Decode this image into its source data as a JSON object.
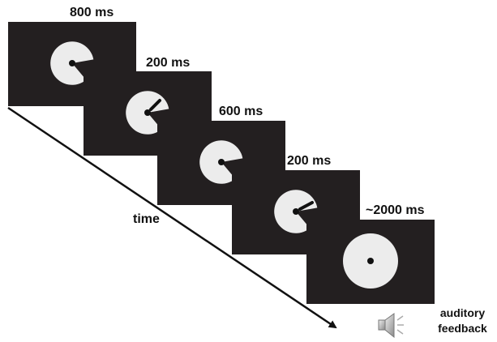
{
  "frames": [
    {
      "duration": "800 ms",
      "stimulus": "disc-with-wedge-gap"
    },
    {
      "duration": "200 ms",
      "stimulus": "disc-with-wedge-gap-and-response-line"
    },
    {
      "duration": "600 ms",
      "stimulus": "disc-with-wedge-gap"
    },
    {
      "duration": "200 ms",
      "stimulus": "disc-with-wedge-gap-and-response-line"
    },
    {
      "duration": "~2000 ms",
      "stimulus": "full-disc"
    }
  ],
  "time_label": "time",
  "feedback": {
    "line1": "auditory",
    "line2": "feedback",
    "icon": "speaker-icon"
  },
  "colors": {
    "frame": "#231f20",
    "disc": "#ececec",
    "text": "#111111"
  }
}
